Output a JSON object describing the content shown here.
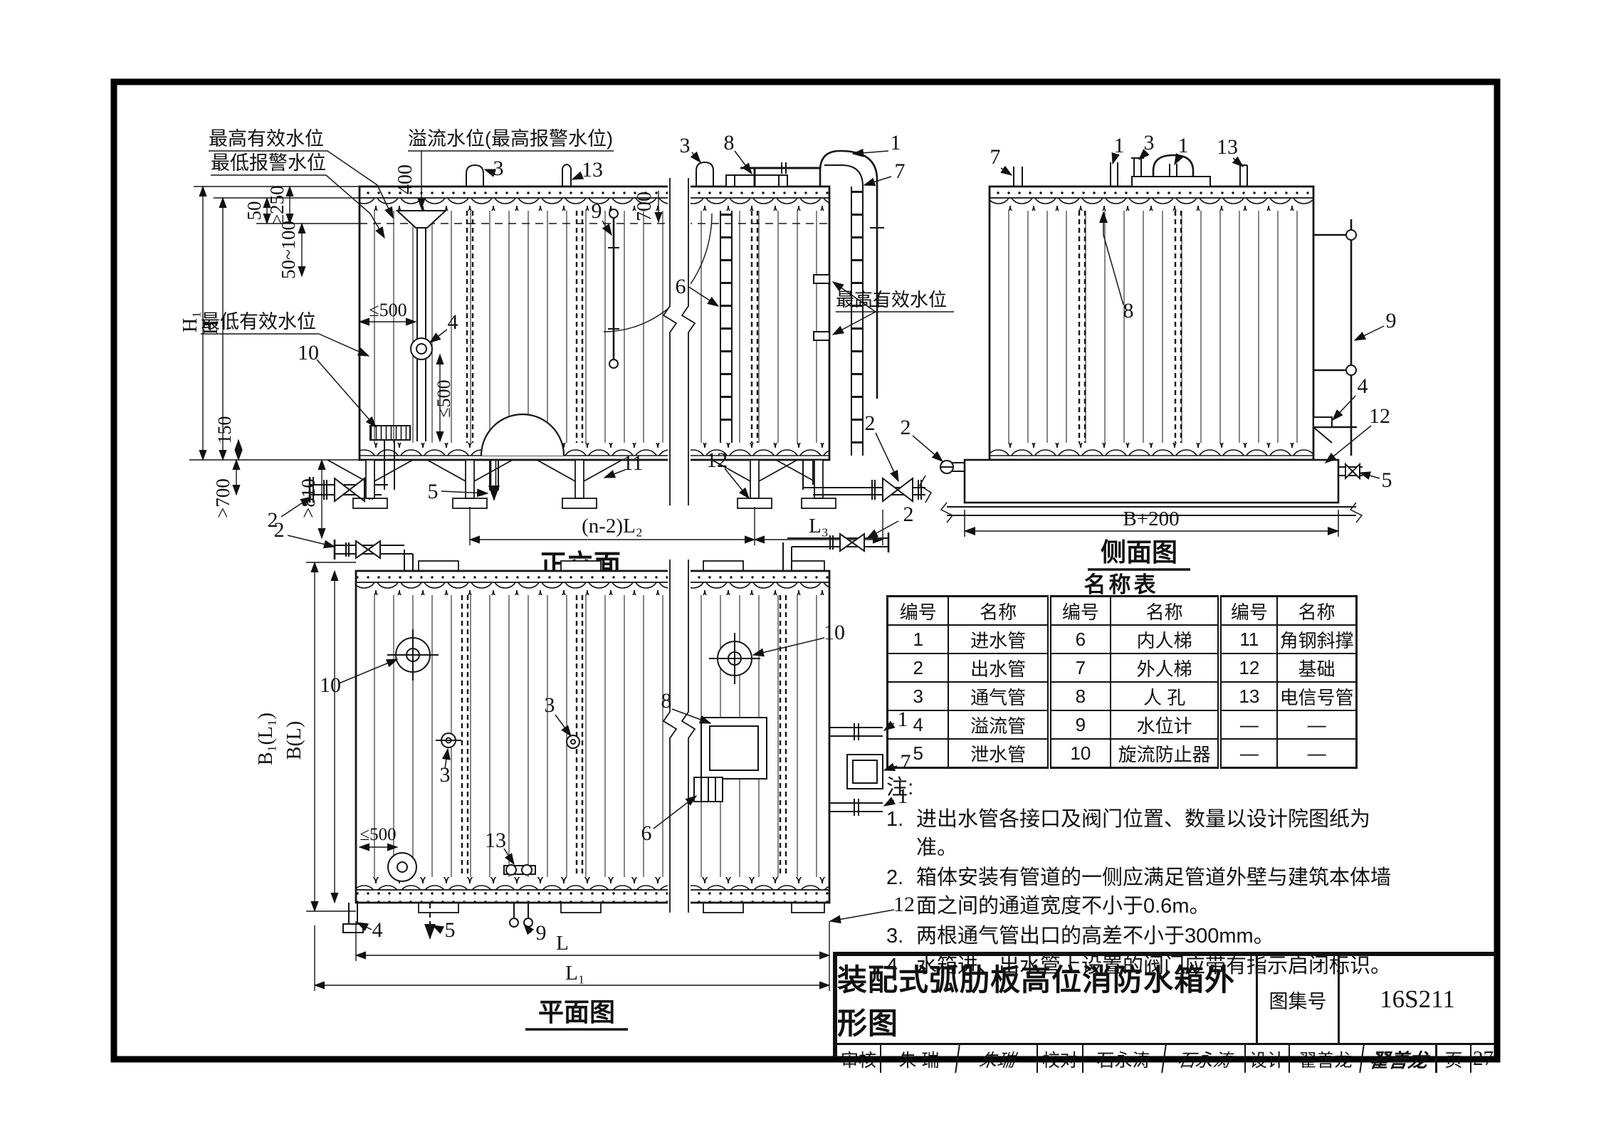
{
  "drawing": {
    "views": {
      "front": "正立面",
      "side": "侧面图",
      "plan": "平面图"
    },
    "callouts": {
      "max_effective": "最高有效水位",
      "min_alarm": "最低报警水位",
      "overflow": "溢流水位(最高报警水位)",
      "min_effective": "最低有效水位"
    },
    "dims": {
      "d400": "400",
      "ge250": "≥250",
      "d50": "50",
      "d50_100": "50~100",
      "h1": "H₁",
      "h": "H",
      "d700": "700",
      "le500": "≤500",
      "d150": "150",
      "gt700": ">700",
      "gt810": ">810",
      "n2l2": "(n-2)L₂",
      "l3": "L₃",
      "b200": "B+200",
      "b1l1": "B₁(L₁)",
      "bl": "B(L)",
      "l": "L",
      "l1": "L₁"
    },
    "parts": {
      "p1": "1",
      "p2": "2",
      "p3": "3",
      "p4": "4",
      "p5": "5",
      "p6": "6",
      "p7": "7",
      "p8": "8",
      "p9": "9",
      "p10": "10",
      "p11": "11",
      "p12": "12",
      "p13": "13"
    }
  },
  "table": {
    "title": "名称表",
    "col_id": "编号",
    "col_name": "名称",
    "rows": [
      [
        "1",
        "进水管",
        "6",
        "内人梯",
        "11",
        "角钢斜撑"
      ],
      [
        "2",
        "出水管",
        "7",
        "外人梯",
        "12",
        "基础"
      ],
      [
        "3",
        "通气管",
        "8",
        "人 孔",
        "13",
        "电信号管"
      ],
      [
        "4",
        "溢流管",
        "9",
        "水位计",
        "—",
        "—"
      ],
      [
        "5",
        "泄水管",
        "10",
        "旋流防止器",
        "—",
        "—"
      ]
    ]
  },
  "notes": {
    "title": "注:",
    "items": [
      {
        "no": "1.",
        "text": "进出水管各接口及阀门位置、数量以设计院图纸为准。"
      },
      {
        "no": "2.",
        "text": "箱体安装有管道的一侧应满足管道外壁与建筑本体墙面之间的通道宽度不小于0.6m。"
      },
      {
        "no": "3.",
        "text": "两根通气管出口的高差不小于300mm。"
      },
      {
        "no": "4.",
        "text": "水箱进、出水管上设置的阀门应带有指示启闭标识。"
      }
    ]
  },
  "title_block": {
    "title": "装配式弧肋板高位消防水箱外形图",
    "atlas_label": "图集号",
    "atlas_no": "16S211",
    "page_label": "页",
    "page_no": "27",
    "reviewer_label": "审核",
    "reviewer": "朱 瑞",
    "reviewer_sig": "朱瑞",
    "checker_label": "校对",
    "checker": "石永涛",
    "checker_sig": "石永涛",
    "designer_label": "设计",
    "designer": "翟善龙",
    "designer_sig": "翟善龙"
  }
}
